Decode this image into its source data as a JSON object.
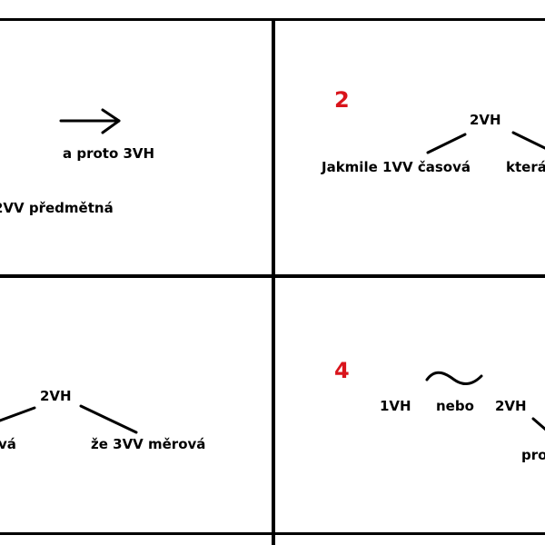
{
  "colors": {
    "number": "#d9141b",
    "lines": "#000000"
  },
  "panel1": {
    "arrow_icon": "right-arrow-icon",
    "clause_main": "a proto 3VH",
    "clause_sub": "2VV předmětná"
  },
  "panel2": {
    "number": "2",
    "root": "2VH",
    "left_clause": "Jakmile 1VV časová",
    "right_clause": "která"
  },
  "panel3": {
    "root": "2VH",
    "left_clause": "vá",
    "right_clause": "že 3VV měrová"
  },
  "panel4": {
    "number": "4",
    "tilde_icon": "tilde-connector-icon",
    "left_clause": "1VH",
    "conj": "nebo",
    "right_clause": "2VH",
    "sub_clause": "pro"
  }
}
